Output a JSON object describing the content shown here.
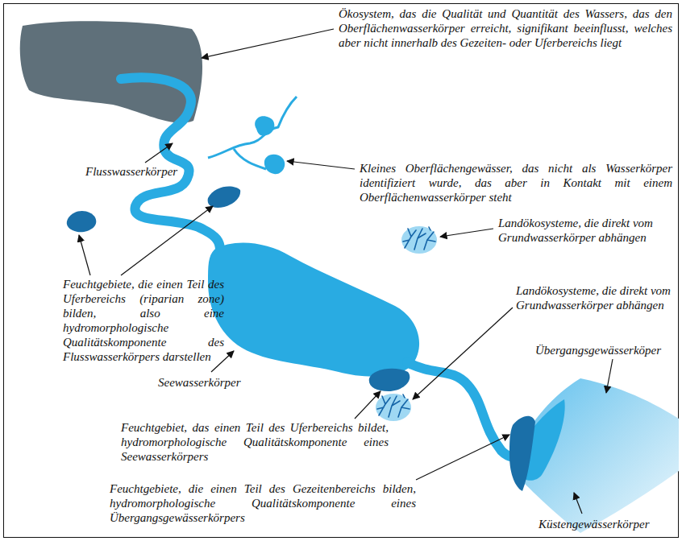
{
  "diagram": {
    "labels": [
      "Ökosystem, das die Qualität und Quantität des Wassers, das den Oberflächenwasserkörper erreicht, signifikant beeinflusst, welches aber nicht innerhalb des Gezeiten- oder Uferbereichs liegt",
      "Flusswasserkörper",
      "Kleines Oberflächengewässer, das nicht als Wasserkörper identifiziert wurde, das aber in Kontakt mit einem Oberflächenwasserkörper steht",
      "Landökosysteme, die direkt vom Grundwasserkörper abhängen",
      "Feuchtgebiete, die einen Teil des Uferbereichs (riparian zone) bilden, also eine hydromorphologische Qualitätskomponente des Flusswasserkörpers darstellen",
      "Übergangsgewässerköper",
      "Landökosysteme, die direkt vom Grundwasserkörper abhängen",
      "Seewasserkörper",
      "Feuchtgebiet, das einen Teil des Uferbereichs bildet, hydromorphologische Qualitätskomponente eines Seewasserkörpers",
      "Feuchtgebiete, die einen Teil des Gezeitenbereichs bilden, hydromorphologische Qualitätskomponente eines Übergangsgewässerkörpers",
      "Küstengewässerkörper"
    ]
  }
}
